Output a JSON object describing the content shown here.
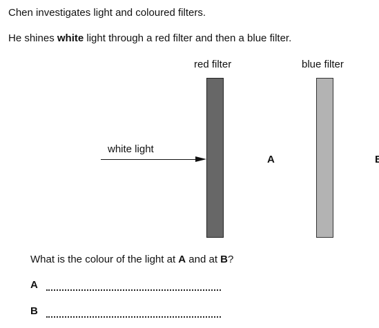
{
  "intro": {
    "line1": "Chen investigates light and coloured filters.",
    "line2_pre": "He shines ",
    "line2_bold": "white",
    "line2_post": " light through a red filter and then a blue filter."
  },
  "diagram": {
    "red_filter_label": "red filter",
    "blue_filter_label": "blue filter",
    "white_light_label": "white light",
    "point_a": "A",
    "point_b": "B",
    "colors": {
      "red_filter_fill": "#676767",
      "blue_filter_fill": "#b3b3b3"
    }
  },
  "question": {
    "pre": "What is the colour of the light at ",
    "a": "A",
    "mid": " and at ",
    "b": "B",
    "post": "?"
  },
  "answers": [
    {
      "label": "A",
      "value": ""
    },
    {
      "label": "B",
      "value": ""
    }
  ]
}
